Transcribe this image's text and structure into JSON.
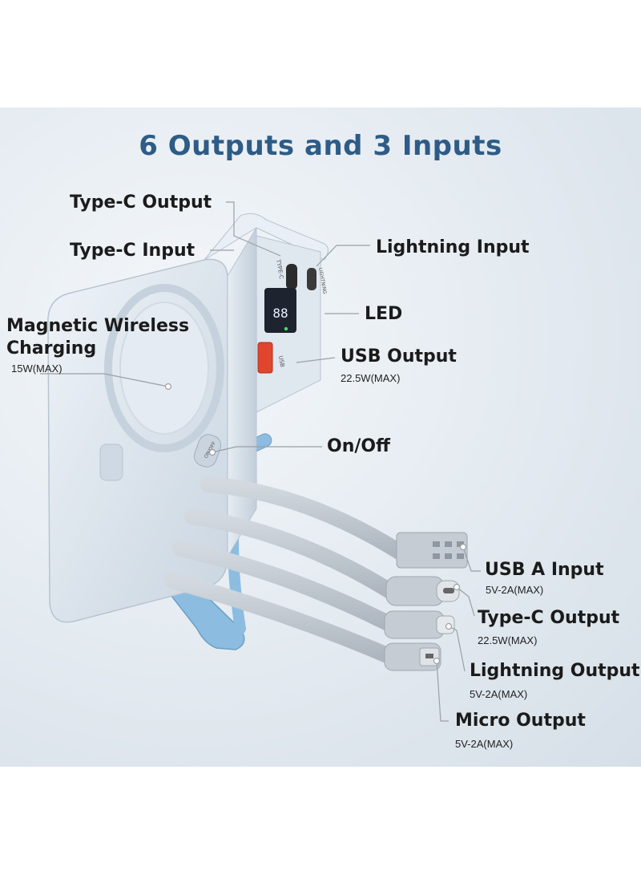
{
  "title": "6 Outputs and 3 Inputs",
  "labels": {
    "typec_output_top": "Type-C Output",
    "typec_input": "Type-C  Input",
    "lightning_input": "Lightning Input",
    "led": "LED",
    "magnetic_wireless": "Magnetic Wireless",
    "charging": "Charging",
    "wireless_spec": "15W(MAX)",
    "usb_output": "USB Output",
    "usb_output_spec": "22.5W(MAX)",
    "on_off": "On/Off",
    "usb_a_input": "USB A Input",
    "usb_a_input_spec": "5V-2A(MAX)",
    "typec_output_cable": "Type-C Output",
    "typec_output_cable_spec": "22.5W(MAX)",
    "lightning_output": "Lightning Output",
    "lightning_output_spec": "5V-2A(MAX)",
    "micro_output": "Micro Output",
    "micro_output_spec": "5V-2A(MAX)"
  },
  "device_marks": {
    "port_typec": "TYPE-C",
    "port_lightning": "LIGHTNING",
    "port_usb": "USB",
    "button": "ON/OFF",
    "display": "88"
  },
  "colors": {
    "title": "#2e5c86",
    "device_body": "#dbe5ee",
    "stand": "#8cbde0",
    "cable": "#c5ccd3",
    "usb_port": "#e0452e"
  }
}
